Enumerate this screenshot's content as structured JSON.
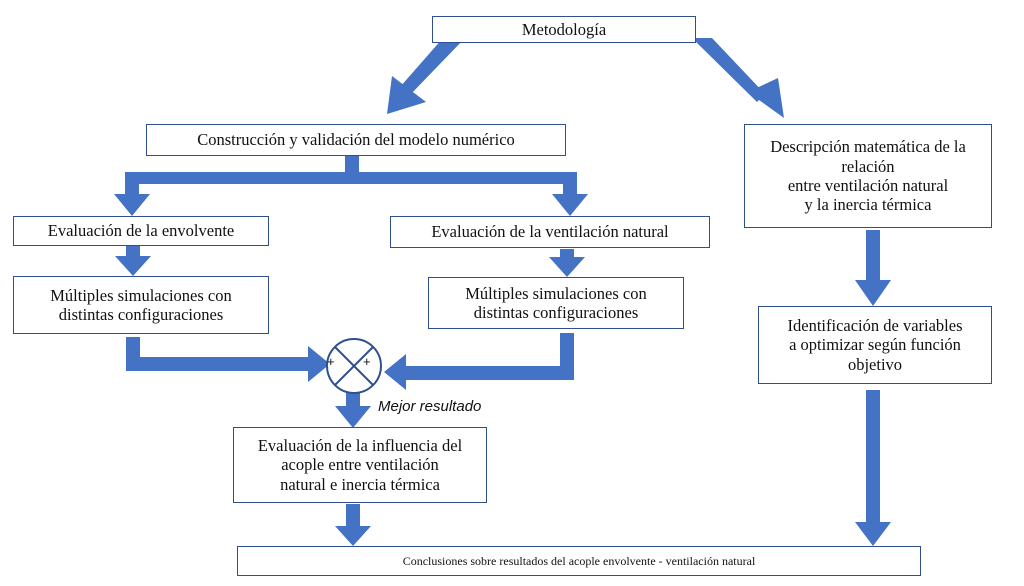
{
  "diagram": {
    "nodes": {
      "metodologia": [
        "Metodología"
      ],
      "construccion": [
        "Construcción y  validación del modelo numérico"
      ],
      "descripcion": [
        "Descripción matemática de la",
        "relación",
        "entre ventilación natural",
        "y la inercia térmica"
      ],
      "eval_envolvente": [
        "Evaluación de la envolvente"
      ],
      "eval_ventilacion": [
        "Evaluación de la ventilación natural"
      ],
      "sim_left": [
        "Múltiples simulaciones con",
        "distintas configuraciones"
      ],
      "sim_right": [
        "Múltiples simulaciones con",
        "distintas configuraciones"
      ],
      "identificacion": [
        "Identificación de variables",
        "a optimizar según función",
        "objetivo"
      ],
      "influencia": [
        "Evaluación de la influencia del",
        "acople entre ventilación",
        "natural e inercia térmica"
      ],
      "conclusiones": [
        "Conclusiones sobre resultados del acople envolvente - ventilación natural"
      ]
    },
    "summing_junction": {
      "left_sign": "+",
      "right_sign": "+"
    },
    "best_result_label": "Mejor resultado",
    "colors": {
      "arrow": "#4472c4",
      "border": "#2f4f8f",
      "text": "#111111"
    }
  }
}
